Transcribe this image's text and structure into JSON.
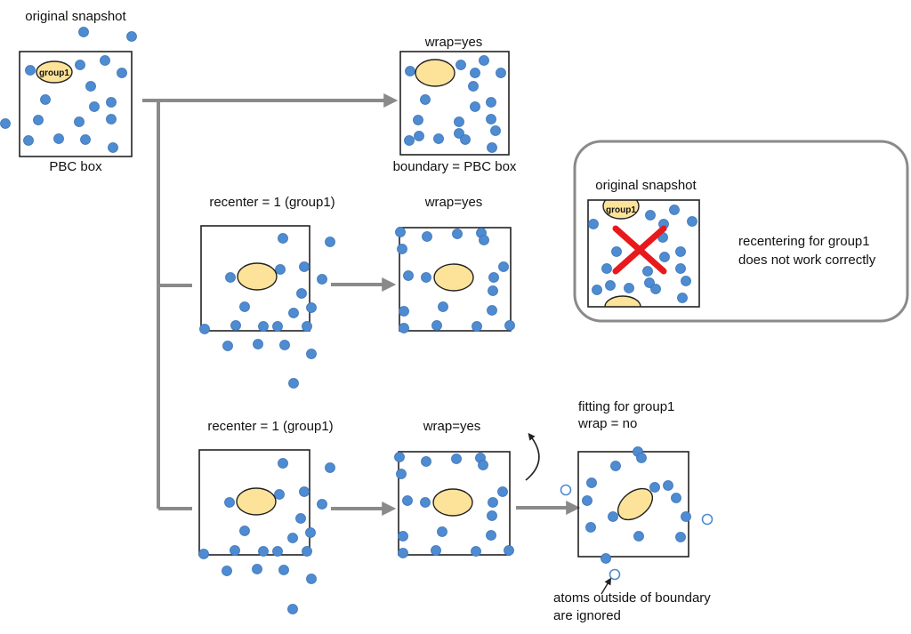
{
  "labels": {
    "original_snapshot": "original snapshot",
    "pbc_box": "PBC box",
    "wrap_yes": "wrap=yes",
    "boundary_pbc": "boundary = PBC box",
    "recenter_group1": "recenter = 1 (group1)",
    "fitting_line1": "fitting for group1",
    "fitting_line2": "wrap = no",
    "group1": "group1",
    "ignored_line1": "atoms outside of boundary",
    "ignored_line2": "are ignored",
    "callout_title": "original snapshot",
    "callout_line1": "recentering for group1",
    "callout_line2": "does not work correctly"
  },
  "colors": {
    "atom": "#4f8bd0",
    "group": "#fde39a",
    "arrow": "#8a8a8a",
    "cross": "#e8191c",
    "box_border": "#222222"
  }
}
